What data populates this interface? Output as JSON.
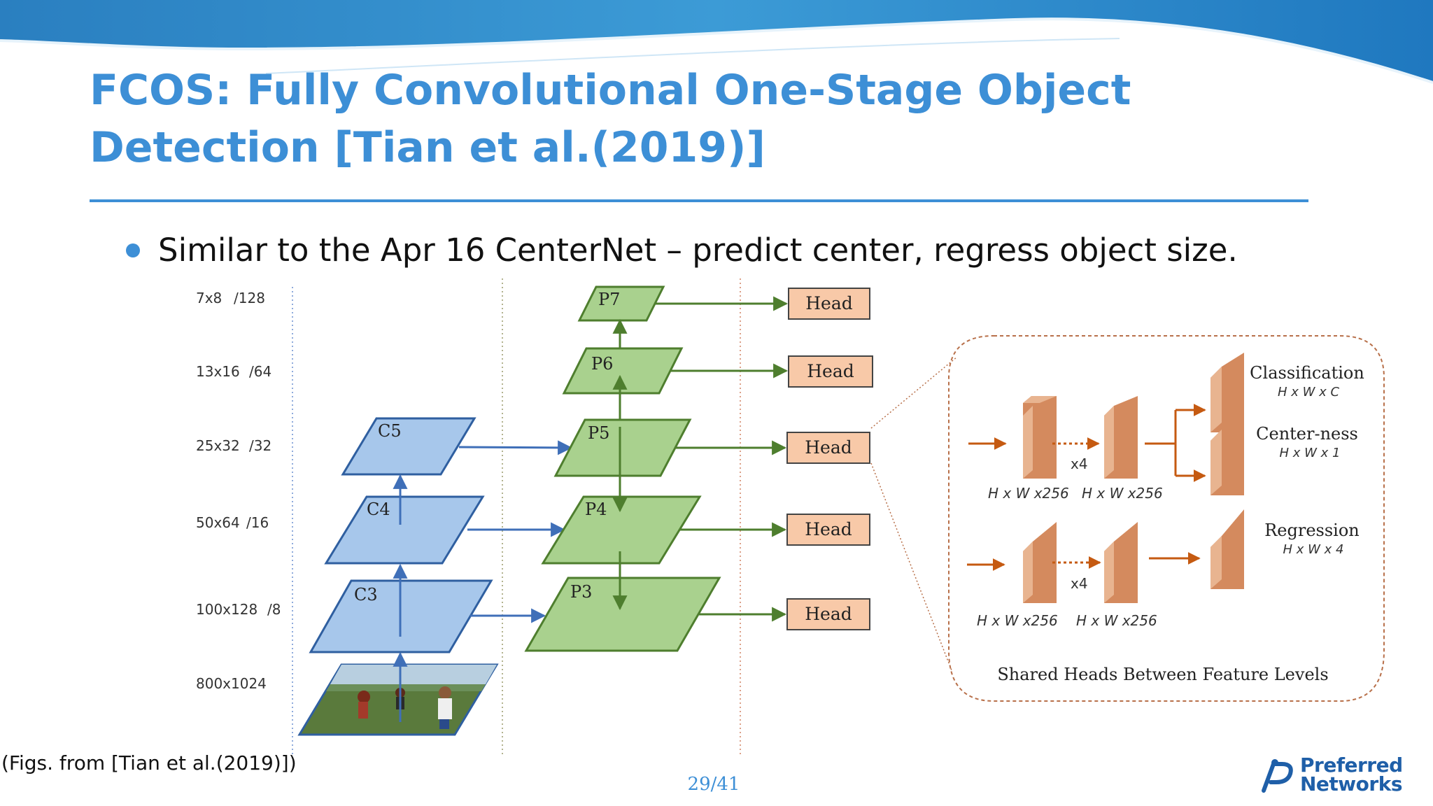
{
  "slide": {
    "title_line1": "FCOS: Fully Convolutional One-Stage Object",
    "title_line2": "Detection [Tian et al.(2019)]",
    "bullet": "Similar to the Apr 16 CenterNet – predict center, regress object size.",
    "figs_note": "(Figs. from [Tian et al.(2019)])",
    "page_number": "29/41",
    "logo_line1": "Preferred",
    "logo_line2": "Networks"
  },
  "colors": {
    "accent": "#3d8fd6",
    "backbone_fill": "#a7c7eb",
    "backbone_stroke": "#2f5fa0",
    "pyramid_fill": "#a9d18e",
    "pyramid_stroke": "#4e7e2e",
    "head_fill": "#f8c9a8",
    "head_stroke": "#444444",
    "tower_fill": "#e0a07a",
    "orange_arrow": "#c55a11",
    "dashed_border": "#b8704a"
  },
  "diagram": {
    "scales": [
      {
        "size": "7x8",
        "stride": "/128"
      },
      {
        "size": "13x16",
        "stride": "/64"
      },
      {
        "size": "25x32",
        "stride": "/32"
      },
      {
        "size": "50x64",
        "stride": "/16"
      },
      {
        "size": "100x128",
        "stride": "/8"
      },
      {
        "size": "800x1024",
        "stride": ""
      }
    ],
    "backbone": [
      "C5",
      "C4",
      "C3"
    ],
    "pyramid": [
      "P7",
      "P6",
      "P5",
      "P4",
      "P3"
    ],
    "head_label": "Head",
    "heads_panel": {
      "outputs": [
        {
          "name": "Classification",
          "shape": "H x W x C"
        },
        {
          "name": "Center-ness",
          "shape": "H x W x 1"
        },
        {
          "name": "Regression",
          "shape": "H x W x 4"
        }
      ],
      "repeat": "x4",
      "feature_shape": "H x W x256",
      "caption": "Shared Heads Between Feature Levels"
    }
  }
}
